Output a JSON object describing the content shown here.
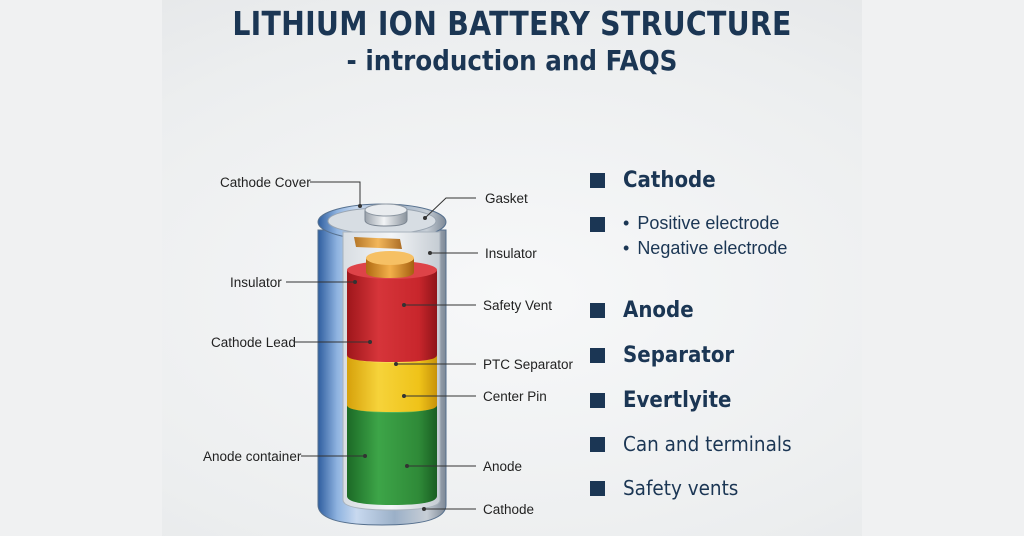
{
  "title": {
    "line1": "LITHIUM ION BATTERY STRUCTURE",
    "line2": "- introduction and FAQS"
  },
  "callouts": {
    "left": [
      "Cathode Cover",
      "Insulator",
      "Cathode Lead",
      "Anode container"
    ],
    "right": [
      "Gasket",
      "Insulator",
      "Safety Vent",
      "PTC Separator",
      "Center Pin",
      "Anode",
      "Cathode"
    ]
  },
  "legend": {
    "items": [
      {
        "label": "Cathode",
        "style": "bold"
      },
      {
        "label": "Anode",
        "style": "bold"
      },
      {
        "label": "Separator",
        "style": "bold"
      },
      {
        "label": "Evertlyite",
        "style": "bold"
      },
      {
        "label": "Can and terminals",
        "style": "regular"
      },
      {
        "label": "Safety vents",
        "style": "regular"
      }
    ],
    "sub_items": [
      "Positive electrode",
      "Negative electrode"
    ]
  },
  "colors": {
    "title": "#1b3654",
    "red_layer": "#c8262c",
    "yellow_layer": "#efc319",
    "green_layer": "#2f8a38",
    "can_blue": "#4a77b8"
  }
}
